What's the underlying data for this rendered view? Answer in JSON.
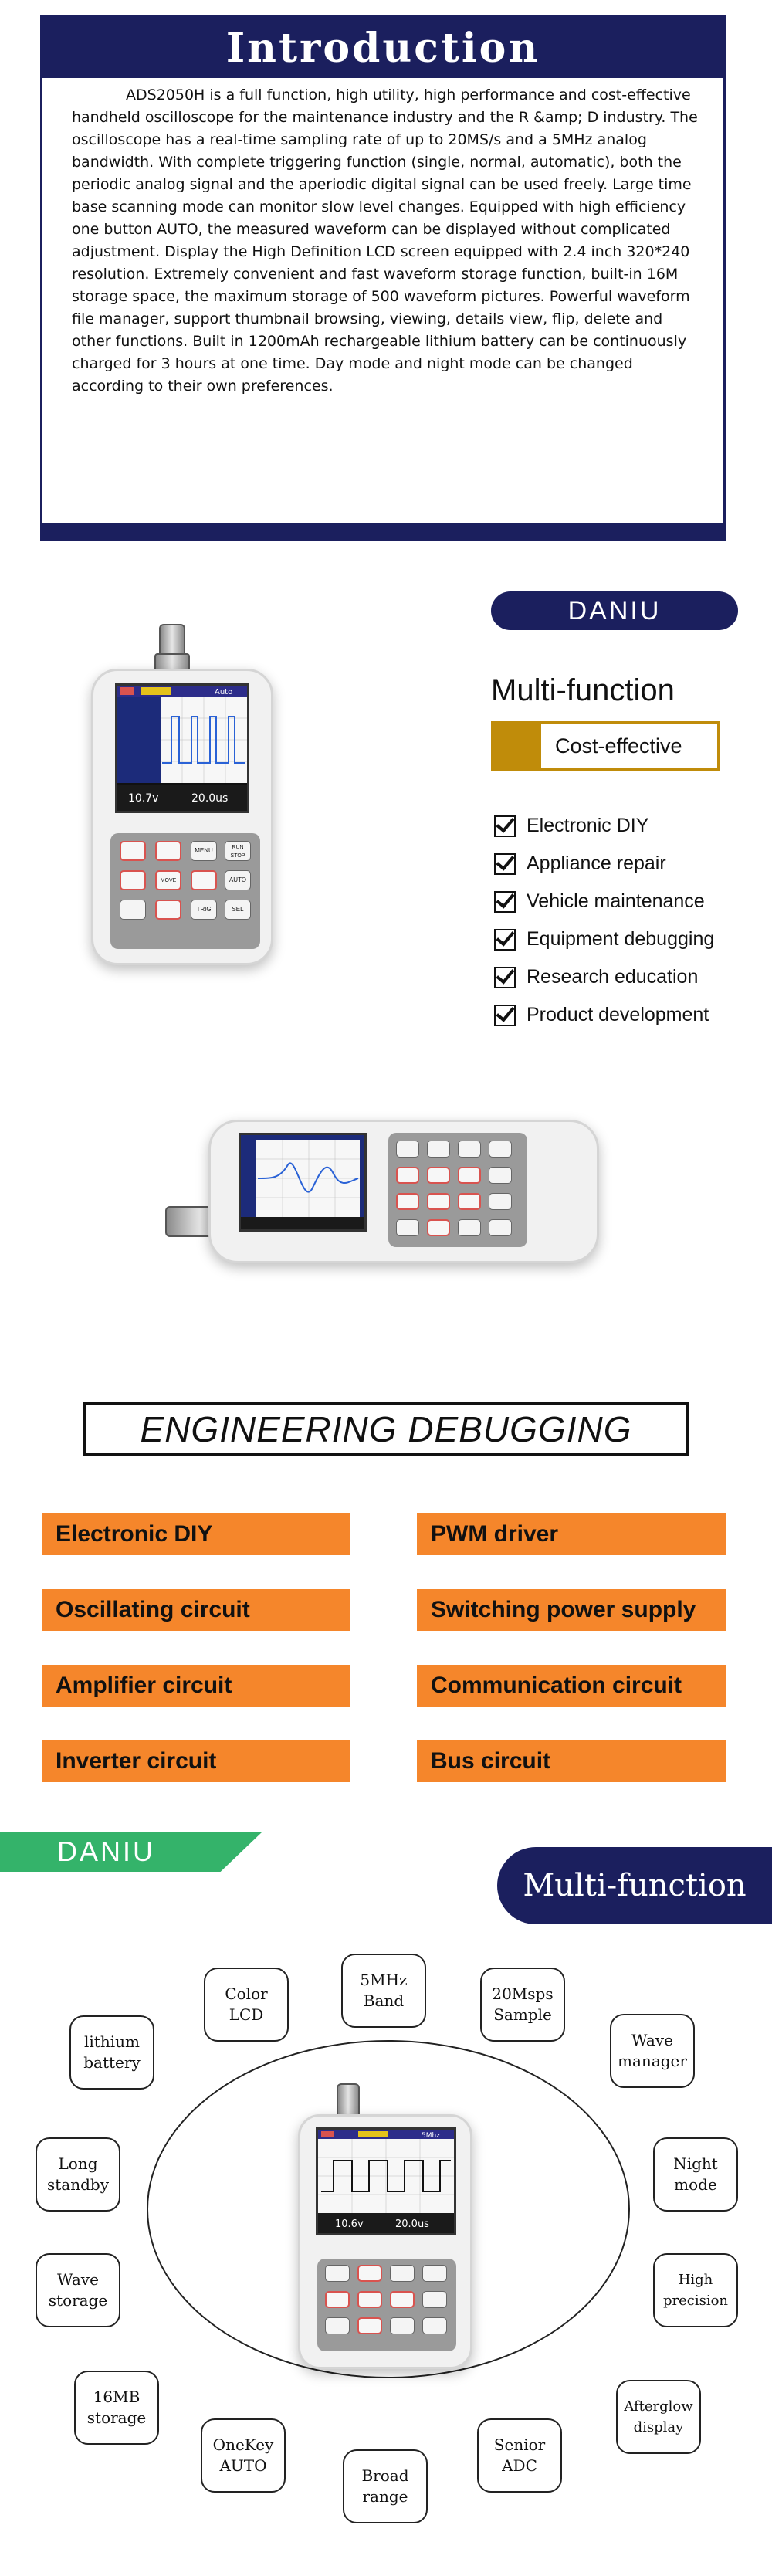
{
  "intro": {
    "title": "Introduction",
    "body": "ADS2050H is a full function, high utility, high performance and cost-effective handheld oscilloscope for the maintenance industry and the R &amp; D industry. The oscilloscope has a real-time sampling rate of up to 20MS/s and a 5MHz analog bandwidth. With complete triggering function (single, normal, automatic), both the periodic analog signal and the aperiodic digital signal can be used freely. Large time base scanning mode can monitor slow level changes. Equipped with high efficiency one button AUTO, the measured waveform can be displayed without complicated adjustment. Display the High Definition LCD screen equipped with 2.4 inch 320*240 resolution. Extremely convenient and fast waveform storage function, built-in 16M storage space, the maximum storage of 500 waveform pictures. Powerful waveform file manager, support thumbnail browsing, viewing, details view, flip, delete and other functions. Built in 1200mAh rechargeable lithium battery can be continuously charged for 3 hours at one time. Day mode and night mode can be changed according to their own preferences."
  },
  "brand": "DANIU",
  "multi": {
    "title": "Multi-function",
    "badge": "Cost-effective",
    "items": [
      "Electronic DIY",
      "Appliance repair",
      "Vehicle maintenance",
      "Equipment debugging",
      "Research education",
      "Product development"
    ]
  },
  "device_screen": {
    "mode": "Auto",
    "trig_level": "10.7v",
    "time_div": "20.0us",
    "mode2": "5Mhz",
    "trig_level2": "10.6v"
  },
  "device_keys": {
    "menu": "MENU",
    "run_stop": "RUN STOP",
    "move": "MOVE",
    "auto": "AUTO",
    "trig": "TRIG",
    "sel": "SEL"
  },
  "engineering": {
    "title": "ENGINEERING DEBUGGING",
    "items": [
      "Electronic DIY",
      "PWM driver",
      "Oscillating circuit",
      "Switching power supply",
      "Amplifier circuit",
      "Communication circuit",
      "Inverter circuit",
      "Bus circuit"
    ]
  },
  "features": {
    "title": "Multi-function",
    "items": [
      "Color LCD",
      "5MHz Band",
      "20Msps Sample",
      "lithium battery",
      "Wave manager",
      "Long standby",
      "Night mode",
      "Wave storage",
      "High precision",
      "16MB storage",
      "Afterglow display",
      "OneKey AUTO",
      "Broad range",
      "Senior ADC"
    ]
  }
}
